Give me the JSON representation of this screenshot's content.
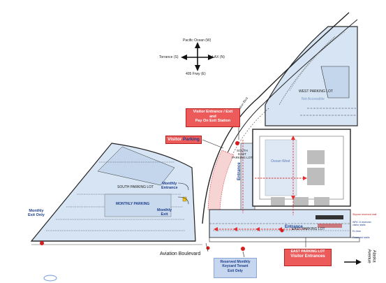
{
  "compass": {
    "north": "Pacific Ocean (W)",
    "west": "Torrance (S)",
    "east": "LAX (N)",
    "south": "405 Frwy (E)"
  },
  "lots": {
    "west_name": "WEST PARKING LOT",
    "west_note": "Not Accessible",
    "south_name": "SOUTH PARKING LOT",
    "monthly_parking": "MONTHLY PARKING",
    "south_east": "SOUTH\nEAST\nPARKING LOT",
    "east_name": "EAST PARKING LOT",
    "ocean_west": "Ocean West"
  },
  "callouts": {
    "visitor_entrance_exit": "Visitor Entrance / Exit\nand\nPay On Exit Station",
    "visitor_parking_prefix": "Visitor ",
    "visitor_parking_word": "Parking",
    "east_lot_box_line1": "EAST PARKING LOT",
    "east_lot_box_line2": "Visitor Entrances",
    "reserved_monthly": "Reserved Monthly\nKeycard Tenant\nExit Only"
  },
  "labels": {
    "monthly_exit_only": "Monthly\nExit Only",
    "monthly_entrance": "Monthly\nEntrance",
    "monthly_exit": "Monthly\nExit",
    "entrance_vertical": "Entrance",
    "entrance_bottom": "Entrance",
    "street_curve": "Aviation Blvd",
    "aviation_boulevard": "Aviation Boulevard",
    "alaska_avenue": "Alaska\nAvenue"
  },
  "legend": {
    "skyone": "Skyone reserved stall",
    "wrc": "WRC 8 reserved\nvisitor stalls",
    "ev": "Ev time",
    "reserved": "Reserved stalls"
  },
  "colors": {
    "lot_fill": "#d6e4f3",
    "building": "#ffffff",
    "callout_red": "#ec5a5a",
    "route_red": "#e03030",
    "label_blue": "#1e3e8c"
  }
}
